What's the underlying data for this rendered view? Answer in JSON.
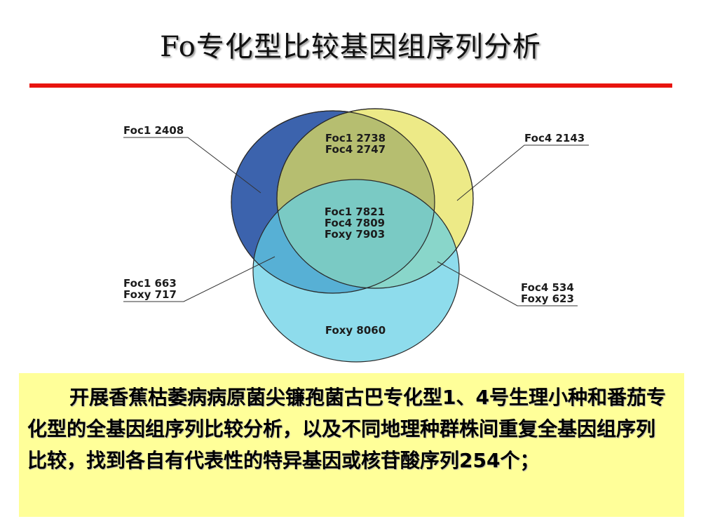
{
  "slide": {
    "title": "Fo专化型比较基因组序列分析",
    "accent_color": "#e8140f"
  },
  "venn": {
    "circles": [
      {
        "name": "Foc1",
        "color": "#3c63ad"
      },
      {
        "name": "Foc4",
        "color": "#e6e259"
      },
      {
        "name": "Foxy",
        "color": "#62cfe4"
      }
    ],
    "regions": {
      "foc1_only": [
        "Foc1 2408"
      ],
      "foc4_only": [
        "Foc4 2143"
      ],
      "foc1_foc4": [
        "Foc1 2738",
        "Foc4 2747"
      ],
      "all_three": [
        "Foc1 7821",
        "Foc4 7809",
        "Foxy 7903"
      ],
      "foc1_foxy": [
        "Foc1 663",
        "Foxy 717"
      ],
      "foc4_foxy": [
        "Foc4 534",
        "Foxy 623"
      ],
      "foxy_only": [
        "Foxy 8060"
      ]
    }
  },
  "description": {
    "text": "开展香蕉枯萎病病原菌尖镰孢菌古巴专化型1、4号生理小种和番茄专化型的全基因组序列比较分析，以及不同地理种群株间重复全基因组序列比较，找到各自有代表性的特异基因或核苷酸序列254个；",
    "background": "#ffff99"
  }
}
